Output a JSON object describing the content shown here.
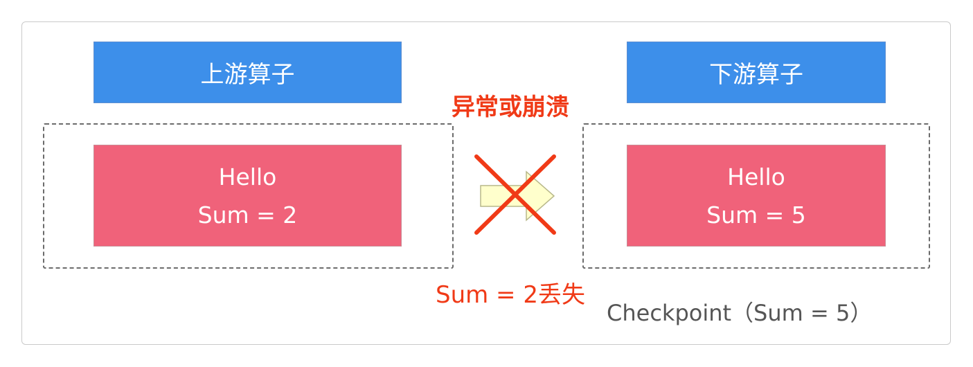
{
  "upstream": {
    "label": "上游算子",
    "state_line1": "Hello",
    "state_line2": "Sum = 2"
  },
  "downstream": {
    "label": "下游算子",
    "state_line1": "Hello",
    "state_line2": "Sum = 5"
  },
  "failure_label": "异常或崩溃",
  "lost_label": "Sum = 2丢失",
  "checkpoint_label": "Checkpoint（Sum = 5）",
  "colors": {
    "operator": "#3d8fea",
    "state": "#f0627a",
    "alert": "#f03a17",
    "arrow_fill": "#ffffcc"
  }
}
